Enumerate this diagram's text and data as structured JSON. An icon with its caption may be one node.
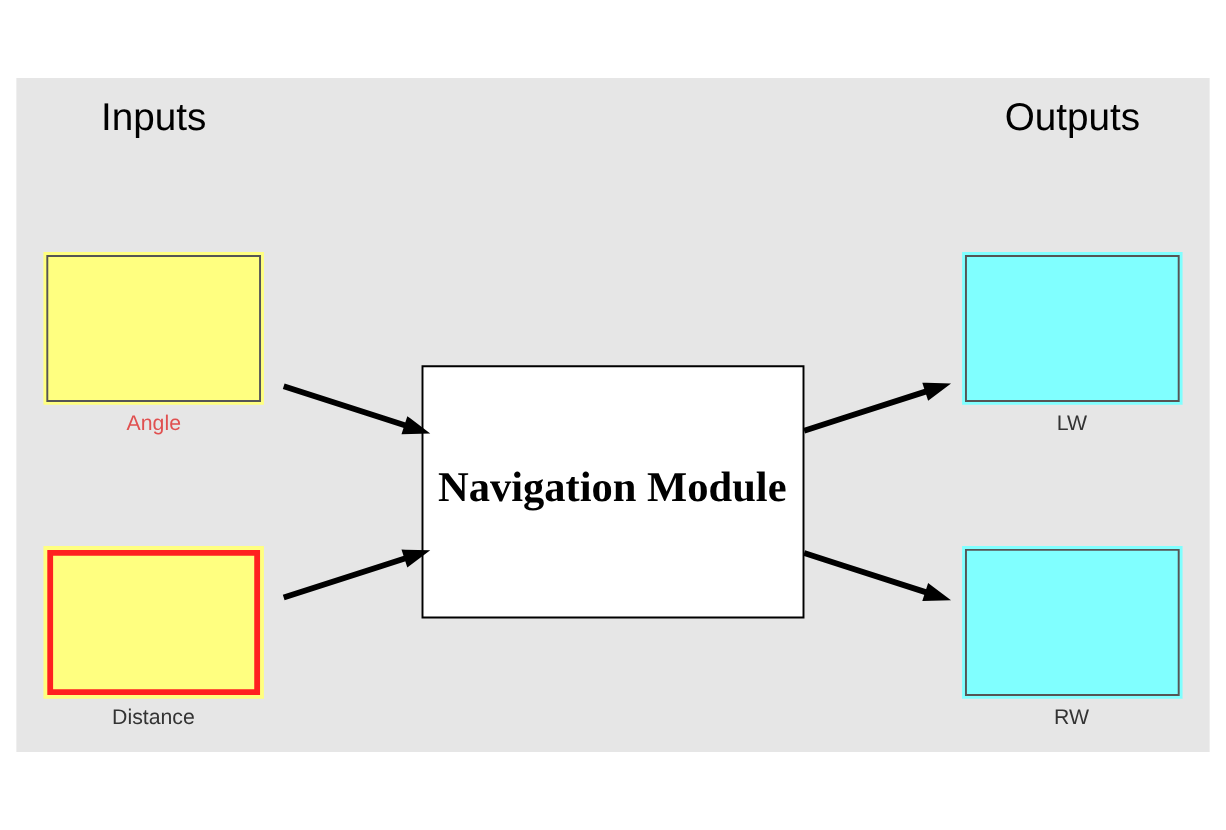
{
  "diagram": {
    "nodes": [
      {
        "text": [
          "Angle"
        ]
      },
      {
        "text": [
          "Distance"
        ]
      },
      {
        "text": [
          "Navigation Module"
        ]
      },
      {
        "text": [
          "LW"
        ]
      },
      {
        "text": [
          "RW"
        ]
      }
    ],
    "edges": [
      {
        "from": 0,
        "to": 2,
        "arrow": "to"
      },
      {
        "from": 1,
        "to": 2,
        "arrow": "to"
      },
      {
        "from": 2,
        "to": 3,
        "arrow": "to"
      },
      {
        "from": 2,
        "to": 4,
        "arrow": "to"
      }
    ],
    "labels": [
      "Inputs",
      "Outputs"
    ]
  }
}
